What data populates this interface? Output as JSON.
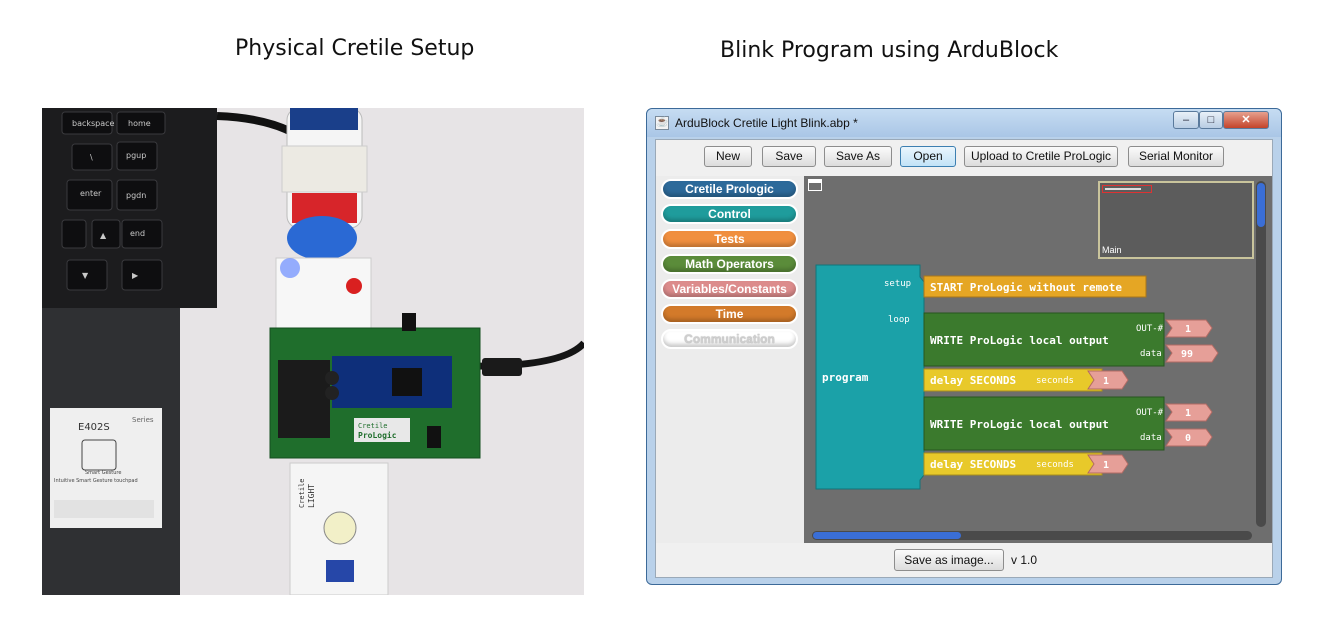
{
  "captions": {
    "left": "Physical Cretile Setup",
    "right": "Blink Program using ArduBlock"
  },
  "photo": {
    "keys": [
      "backspace",
      "home",
      "\\",
      "pgup",
      "enter",
      "pgdn",
      "end"
    ],
    "sticker": {
      "model": "E402S",
      "series": "Series",
      "feature": "Smart Gesture",
      "caption": "Intuitive Smart Gesture touchpad"
    },
    "board_text": [
      "Cretile",
      "ProLogic"
    ],
    "module_text": [
      "Cretile",
      "LIGHT"
    ]
  },
  "window": {
    "title": "ArduBlock Cretile Light Blink.abp *",
    "icon": "java-cup-icon",
    "controls": {
      "minimize": "–",
      "maximize": "□",
      "close": "✕"
    },
    "toolbar": {
      "new": "New",
      "save": "Save",
      "save_as": "Save As",
      "open": "Open",
      "upload": "Upload to Cretile ProLogic",
      "serial": "Serial Monitor"
    },
    "palette": [
      {
        "label": "Cretile Prologic",
        "color": "#2d6a9a"
      },
      {
        "label": "Control",
        "color": "#1f9c9c"
      },
      {
        "label": "Tests",
        "color": "#f08f3f"
      },
      {
        "label": "Math Operators",
        "color": "#5b8c3a"
      },
      {
        "label": "Variables/Constants",
        "color": "#dc8c8c"
      },
      {
        "label": "Time",
        "color": "#d37a2a"
      },
      {
        "label": "Communication",
        "color": "#ffffff"
      }
    ],
    "minimap_label": "Main",
    "program": {
      "name": "program",
      "setup_label": "setup",
      "loop_label": "loop",
      "start_block": "START ProLogic without remote",
      "write1": {
        "label": "WRITE ProLogic local output",
        "out_label": "OUT-#",
        "out_value": "1",
        "data_label": "data",
        "data_value": "99"
      },
      "delay1": {
        "label": "delay SECONDS",
        "param_label": "seconds",
        "value": "1"
      },
      "write2": {
        "label": "WRITE ProLogic local output",
        "out_label": "OUT-#",
        "out_value": "1",
        "data_label": "data",
        "data_value": "0"
      },
      "delay2": {
        "label": "delay SECONDS",
        "param_label": "seconds",
        "value": "1"
      }
    },
    "status": {
      "save_image": "Save as image...",
      "version": "v 1.0"
    }
  }
}
